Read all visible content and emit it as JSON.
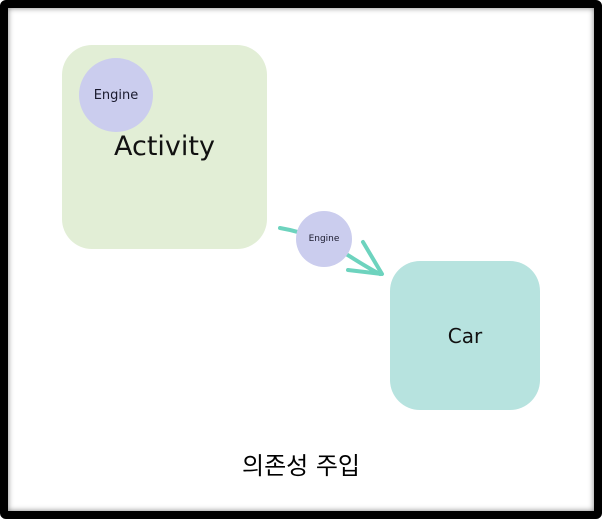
{
  "diagram": {
    "activity": {
      "label": "Activity",
      "color": "#e2eed6"
    },
    "car": {
      "label": "Car",
      "color": "#b7e3df"
    },
    "engine_inside": {
      "label": "Engine",
      "color": "#cbcdee"
    },
    "engine_injected": {
      "label": "Engine",
      "color": "#cbcdee"
    },
    "arrow_color": "#6dd3be",
    "caption": "의존성 주입"
  }
}
